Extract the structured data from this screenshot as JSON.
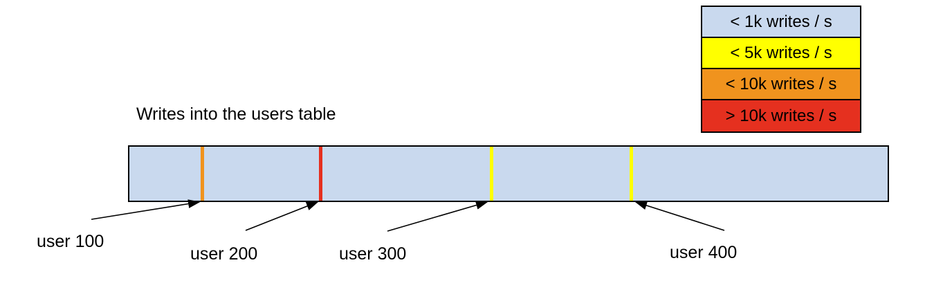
{
  "title": "Writes into the users table",
  "legend": {
    "items": [
      {
        "label": "< 1k writes / s",
        "color": "#c9d9ee"
      },
      {
        "label": "< 5k writes / s",
        "color": "#ffff00"
      },
      {
        "label": "< 10k writes / s",
        "color": "#f0931e"
      },
      {
        "label": "> 10k writes / s",
        "color": "#e5301f"
      }
    ]
  },
  "bar": {
    "fill": "#c9d9ee",
    "markers": [
      {
        "id": "user 100",
        "rate_bucket": "< 10k writes / s",
        "color": "#f0931e",
        "position_frac": 0.097
      },
      {
        "id": "user 200",
        "rate_bucket": "> 10k writes / s",
        "color": "#e5301f",
        "position_frac": 0.253
      },
      {
        "id": "user 300",
        "rate_bucket": "< 5k writes / s",
        "color": "#ffff00",
        "position_frac": 0.477
      },
      {
        "id": "user 400",
        "rate_bucket": "< 5k writes / s",
        "color": "#ffff00",
        "position_frac": 0.661
      }
    ]
  }
}
